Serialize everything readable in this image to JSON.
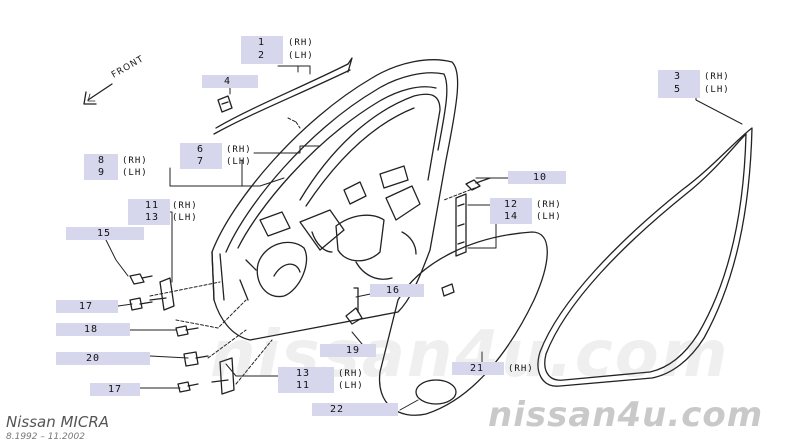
{
  "footer": {
    "model": "Nissan MICRA",
    "date_range": "8.1992 – 11.2002",
    "watermark": "nissan4u.com"
  },
  "front_label": "FRONT",
  "callouts": {
    "c1": {
      "num": "1",
      "side": "(RH)"
    },
    "c2": {
      "num": "2",
      "side": "(LH)"
    },
    "c3": {
      "num": "3",
      "side": "(RH)"
    },
    "c5": {
      "num": "5",
      "side": "(LH)"
    },
    "c4": {
      "num": "4"
    },
    "c6": {
      "num": "6",
      "side": "(RH)"
    },
    "c7": {
      "num": "7",
      "side": "(LH)"
    },
    "c8": {
      "num": "8",
      "side": "(RH)"
    },
    "c9": {
      "num": "9",
      "side": "(LH)"
    },
    "c10": {
      "num": "10"
    },
    "c11a": {
      "num": "11",
      "side": "(RH)"
    },
    "c13a": {
      "num": "13",
      "side": "(LH)"
    },
    "c12": {
      "num": "12",
      "side": "(RH)"
    },
    "c14": {
      "num": "14",
      "side": "(LH)"
    },
    "c15": {
      "num": "15"
    },
    "c16": {
      "num": "16"
    },
    "c17a": {
      "num": "17"
    },
    "c18": {
      "num": "18"
    },
    "c19": {
      "num": "19"
    },
    "c20": {
      "num": "20"
    },
    "c21": {
      "num": "21",
      "side": "(RH)"
    },
    "c13b": {
      "num": "13",
      "side": "(RH)"
    },
    "c11b": {
      "num": "11",
      "side": "(LH)"
    },
    "c17b": {
      "num": "17"
    },
    "c22": {
      "num": "22"
    }
  }
}
